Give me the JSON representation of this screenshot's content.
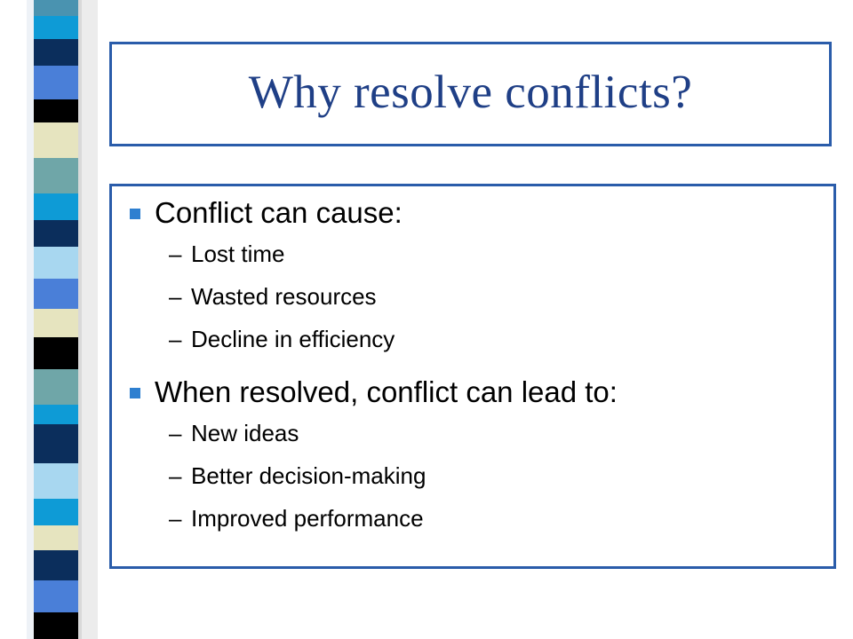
{
  "slide": {
    "title": "Why resolve conflicts?",
    "bullets": [
      {
        "text": "Conflict can cause:",
        "sub": [
          {
            "dash": "–",
            "text": "Lost time"
          },
          {
            "dash": "–",
            "text": "Wasted resources"
          },
          {
            "dash": "–",
            "text": "Decline in efficiency"
          }
        ]
      },
      {
        "text": "When resolved, conflict can lead to:",
        "sub": [
          {
            "dash": "–",
            "text": "New ideas"
          },
          {
            "dash": "–",
            "text": "Better decision-making"
          },
          {
            "dash": "–",
            "text": "Improved performance"
          }
        ]
      }
    ]
  },
  "colors": {
    "frame_border": "#2a5caa",
    "title_text": "#1f3f86",
    "bullet_square": "#2e7fd0",
    "stripe_palette": [
      "#0b2e5c",
      "#1d4f9c",
      "#4a7fd8",
      "#4a93b0",
      "#0e9bd6",
      "#e6e4bf",
      "#000000",
      "#a8d7f0",
      "#6fa6a8"
    ]
  }
}
